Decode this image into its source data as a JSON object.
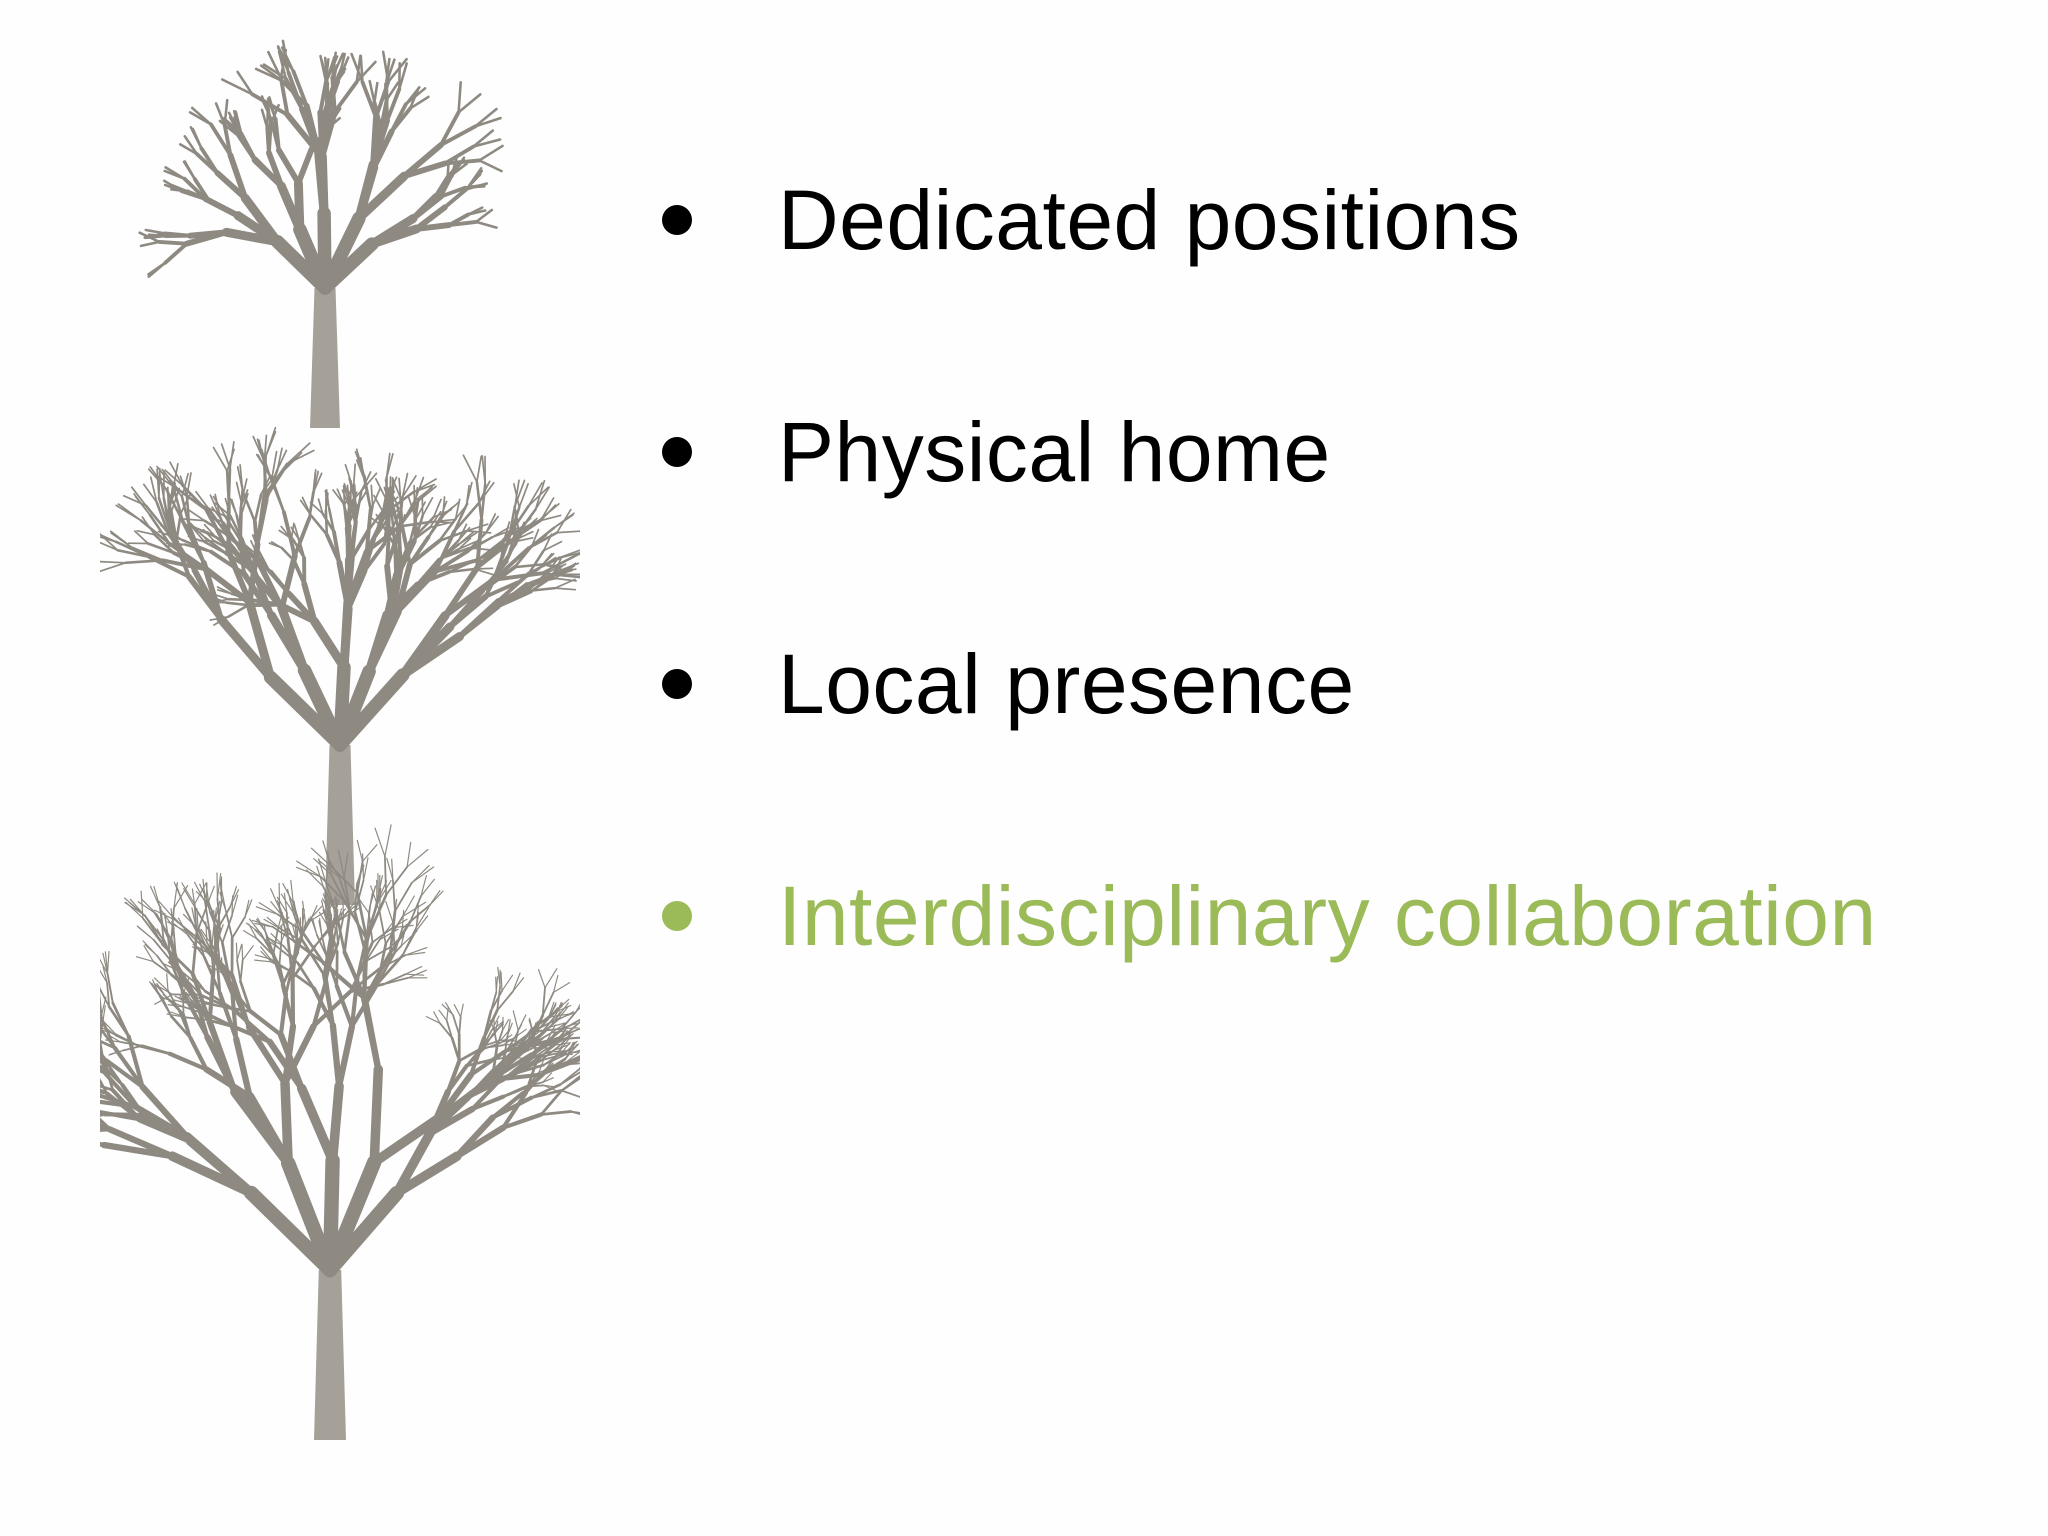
{
  "slide": {
    "bullets": [
      {
        "text": "Dedicated positions",
        "color": "#000000"
      },
      {
        "text": "Physical home",
        "color": "#000000"
      },
      {
        "text": "Local presence",
        "color": "#000000"
      },
      {
        "text": "Interdisciplinary collaboration",
        "color": "#9bbb59"
      }
    ],
    "illustration": {
      "icons": [
        "bare-tree-small-icon",
        "bare-tree-medium-icon",
        "bare-tree-large-icon"
      ],
      "branch_color": "#8e8a82",
      "trunk_color": "#a5a098"
    }
  }
}
